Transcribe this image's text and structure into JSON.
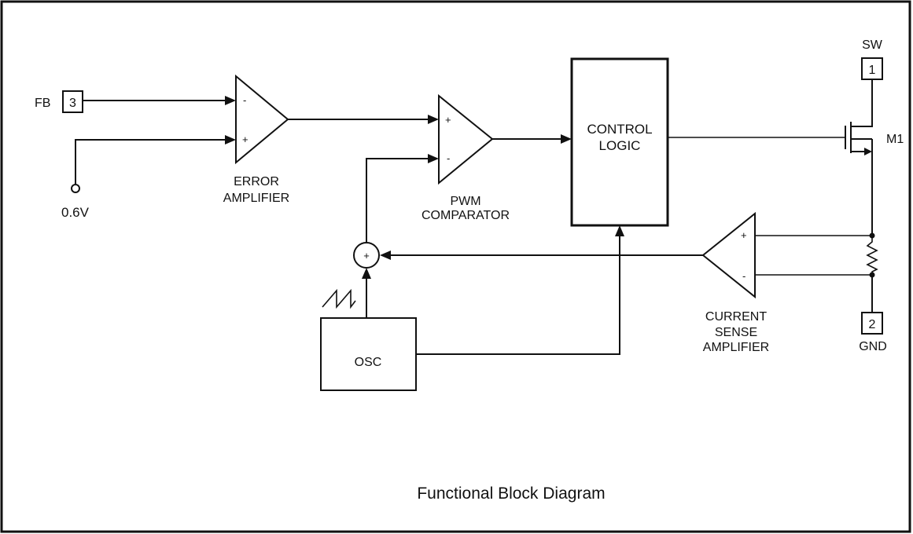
{
  "caption": "Functional Block Diagram",
  "pins": {
    "fb": {
      "name": "FB",
      "number": "3"
    },
    "sw": {
      "name": "SW",
      "number": "1"
    },
    "gnd": {
      "name": "GND",
      "number": "2"
    }
  },
  "reference": {
    "label": "0.6V"
  },
  "blocks": {
    "error_amp": {
      "line1": "ERROR",
      "line2": "AMPLIFIER",
      "minus": "-",
      "plus": "+"
    },
    "pwm_comp": {
      "line1": "PWM",
      "line2": "COMPARATOR",
      "plus": "+",
      "minus": "-"
    },
    "control_logic": {
      "line1": "CONTROL",
      "line2": "LOGIC"
    },
    "current_sense": {
      "line1": "CURRENT",
      "line2": "SENSE",
      "line3": "AMPLIFIER",
      "plus": "+",
      "minus": "-"
    },
    "osc": {
      "label": "OSC"
    },
    "summer": {
      "symbol": "+"
    },
    "mosfet": {
      "label": "M1"
    }
  },
  "colors": {
    "line": "#111111",
    "background": "#ffffff"
  }
}
